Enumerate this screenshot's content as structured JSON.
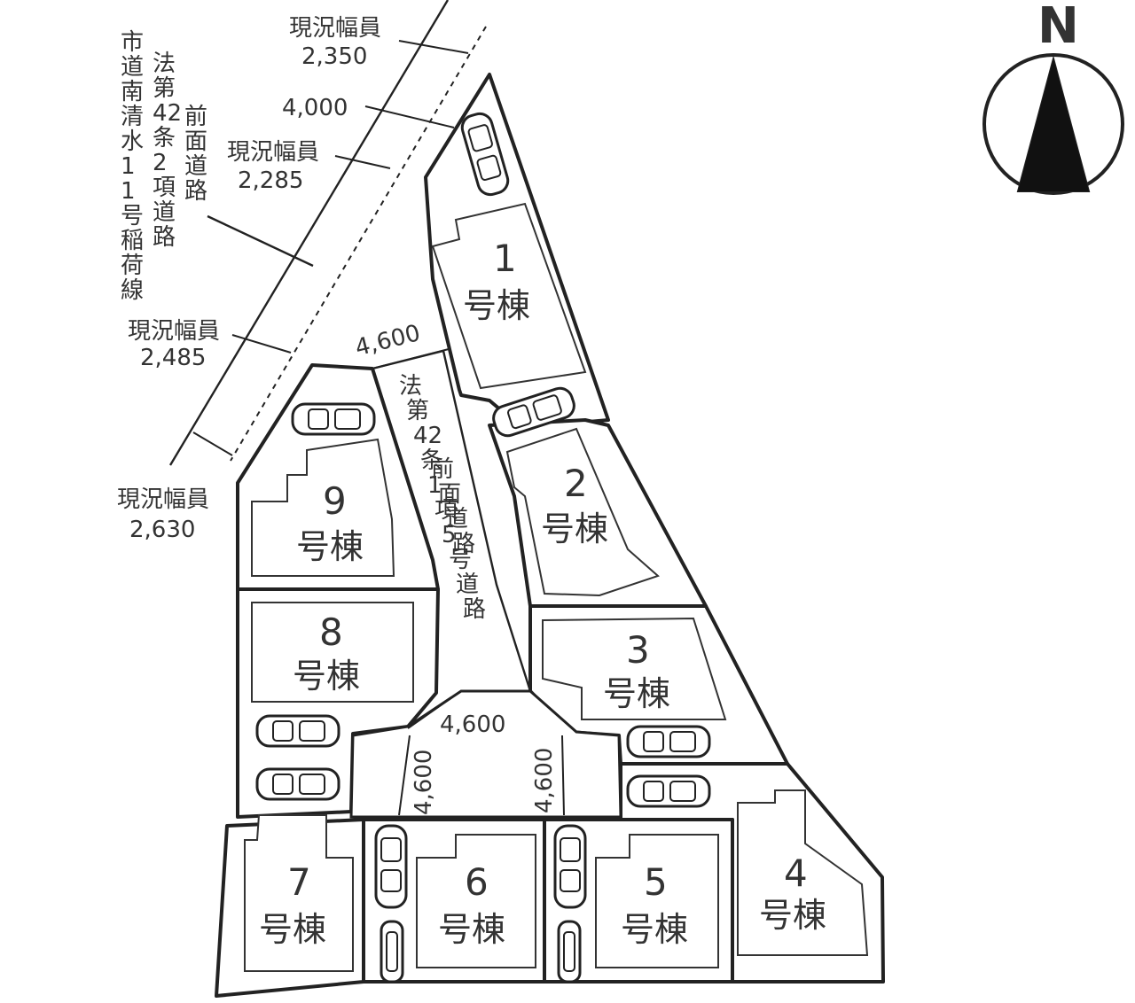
{
  "compass": {
    "label": "N"
  },
  "road_city": {
    "col1": [
      "市",
      "道",
      "南",
      "清",
      "水",
      "1",
      "1",
      "号",
      "稲",
      "荷",
      "線"
    ],
    "col2": [
      "法",
      "第",
      "42",
      "条",
      "2",
      "項",
      "道",
      "路"
    ],
    "col3": [
      "前",
      "面",
      "道",
      "路"
    ]
  },
  "road_inner": {
    "col1": [
      "法",
      "第",
      "42",
      "条",
      "1",
      "項",
      "5",
      "号",
      "道",
      "路"
    ],
    "col2": [
      "前",
      "面",
      "道",
      "路"
    ]
  },
  "dims": {
    "w1_label": "現況幅員",
    "w1_value": "2,350",
    "w2_value": "4,000",
    "w3_label": "現況幅員",
    "w3_value": "2,285",
    "w4_label": "現況幅員",
    "w4_value": "2,485",
    "w5_label": "現況幅員",
    "w5_value": "2,630",
    "road_top": "4,600",
    "road_mid": "4,600",
    "road_left": "4,600",
    "road_right": "4,600"
  },
  "lots": [
    {
      "num": "1",
      "suffix": "号棟"
    },
    {
      "num": "2",
      "suffix": "号棟"
    },
    {
      "num": "3",
      "suffix": "号棟"
    },
    {
      "num": "4",
      "suffix": "号棟"
    },
    {
      "num": "5",
      "suffix": "号棟"
    },
    {
      "num": "6",
      "suffix": "号棟"
    },
    {
      "num": "7",
      "suffix": "号棟"
    },
    {
      "num": "8",
      "suffix": "号棟"
    },
    {
      "num": "9",
      "suffix": "号棟"
    }
  ]
}
